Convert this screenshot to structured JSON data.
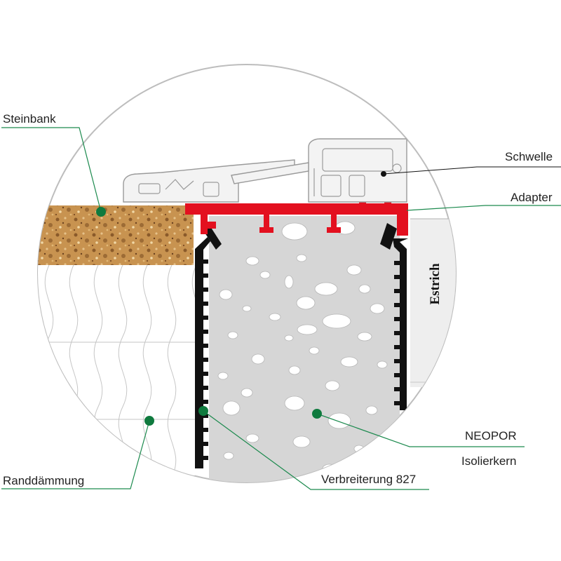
{
  "labels": {
    "steinbank": "Steinbank",
    "schwelle": "Schwelle",
    "adapter": "Adapter",
    "estrich": "Estrich",
    "neopor_line1": "NEOPOR",
    "neopor_line2": "Isolierkern",
    "randdaemmung": "Randdämmung",
    "verbreiterung": "Verbreiterung 827"
  },
  "colors": {
    "leader_green": "#1c8a4e",
    "marker_green": "#0f7a3e",
    "adapter_red": "#e3101f",
    "profile_black": "#111111",
    "core_grey": "#d6d6d6",
    "stone": "#c89350",
    "outline_grey": "#9a9a9a"
  }
}
